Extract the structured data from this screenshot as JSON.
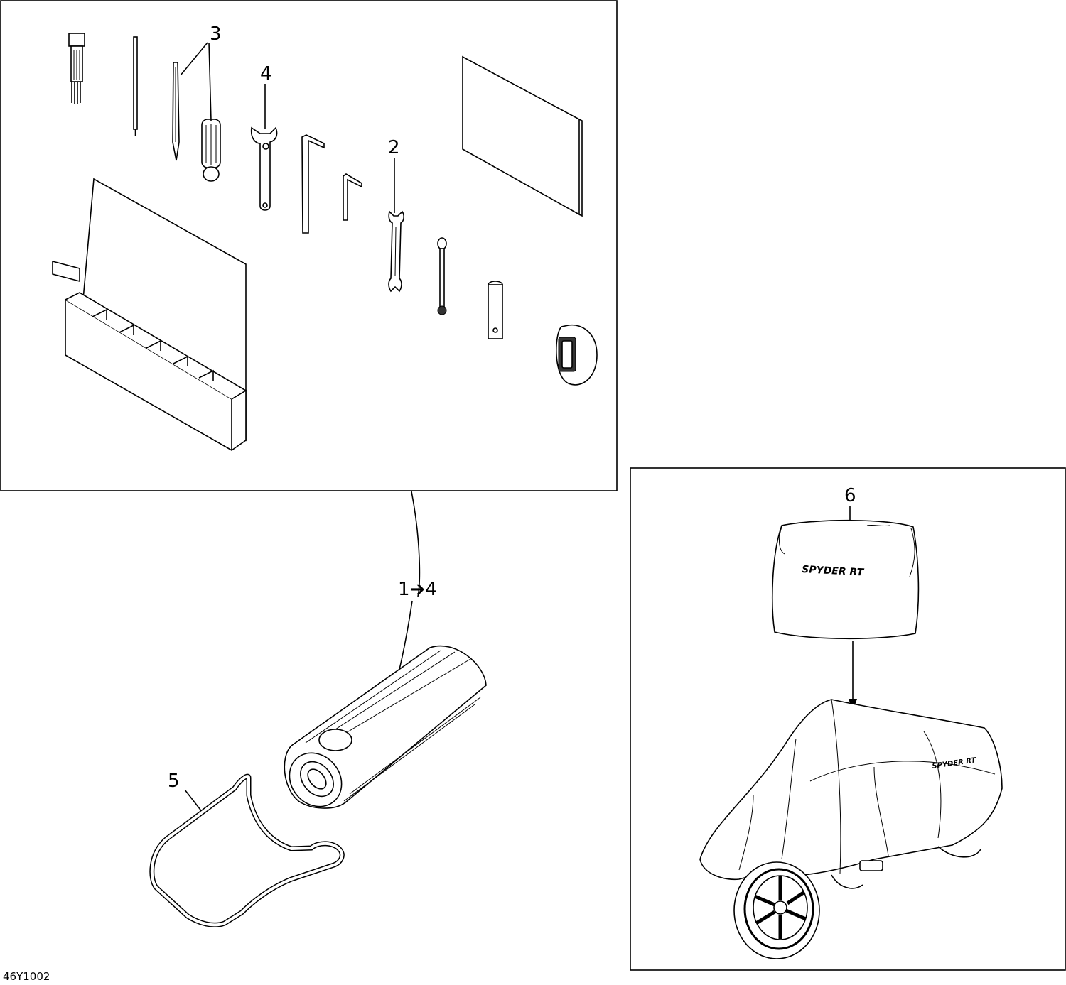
{
  "diagram": {
    "callouts": [
      "1➔4",
      "2",
      "3",
      "4",
      "5",
      "6"
    ],
    "drawing_code": "46Y1002",
    "cover_logo": "SPYDER RT",
    "colors": {
      "line": "#000000",
      "background": "#ffffff"
    }
  }
}
